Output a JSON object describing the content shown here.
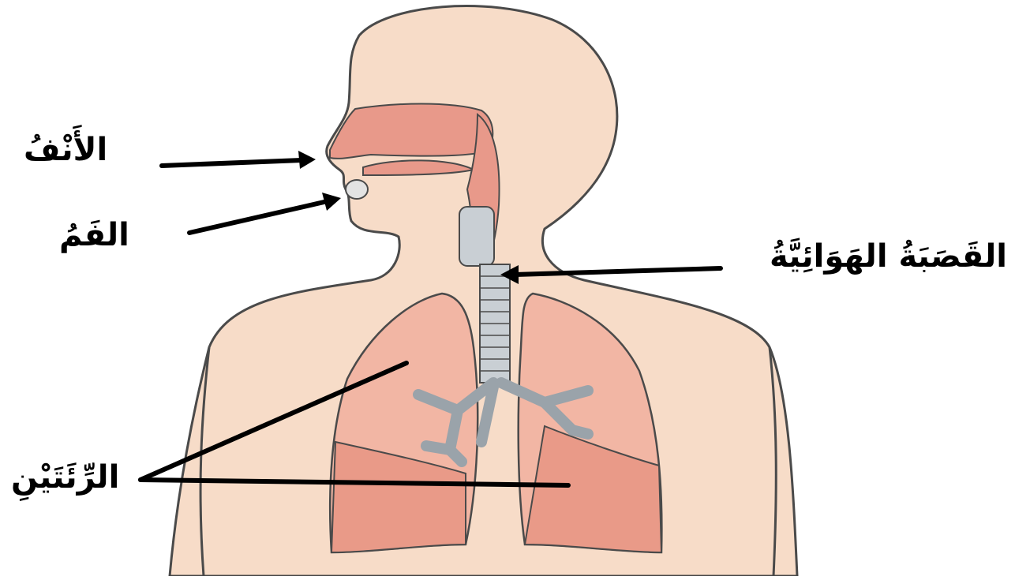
{
  "labels": {
    "nose": "الأَنْفُ",
    "mouth": "الفَمُ",
    "trachea": "القَصَبَةُ الهَوَائِيَّةُ",
    "lungs": "الرِّئَتَيْنِ"
  },
  "colors": {
    "skin": "#f7dcc8",
    "outline": "#4a4a4a",
    "airway": "#e8998a",
    "lung": "#f2b6a4",
    "lung_shadow": "#e99a88",
    "trachea": "#c9cfd4",
    "arrow": "#000000"
  }
}
